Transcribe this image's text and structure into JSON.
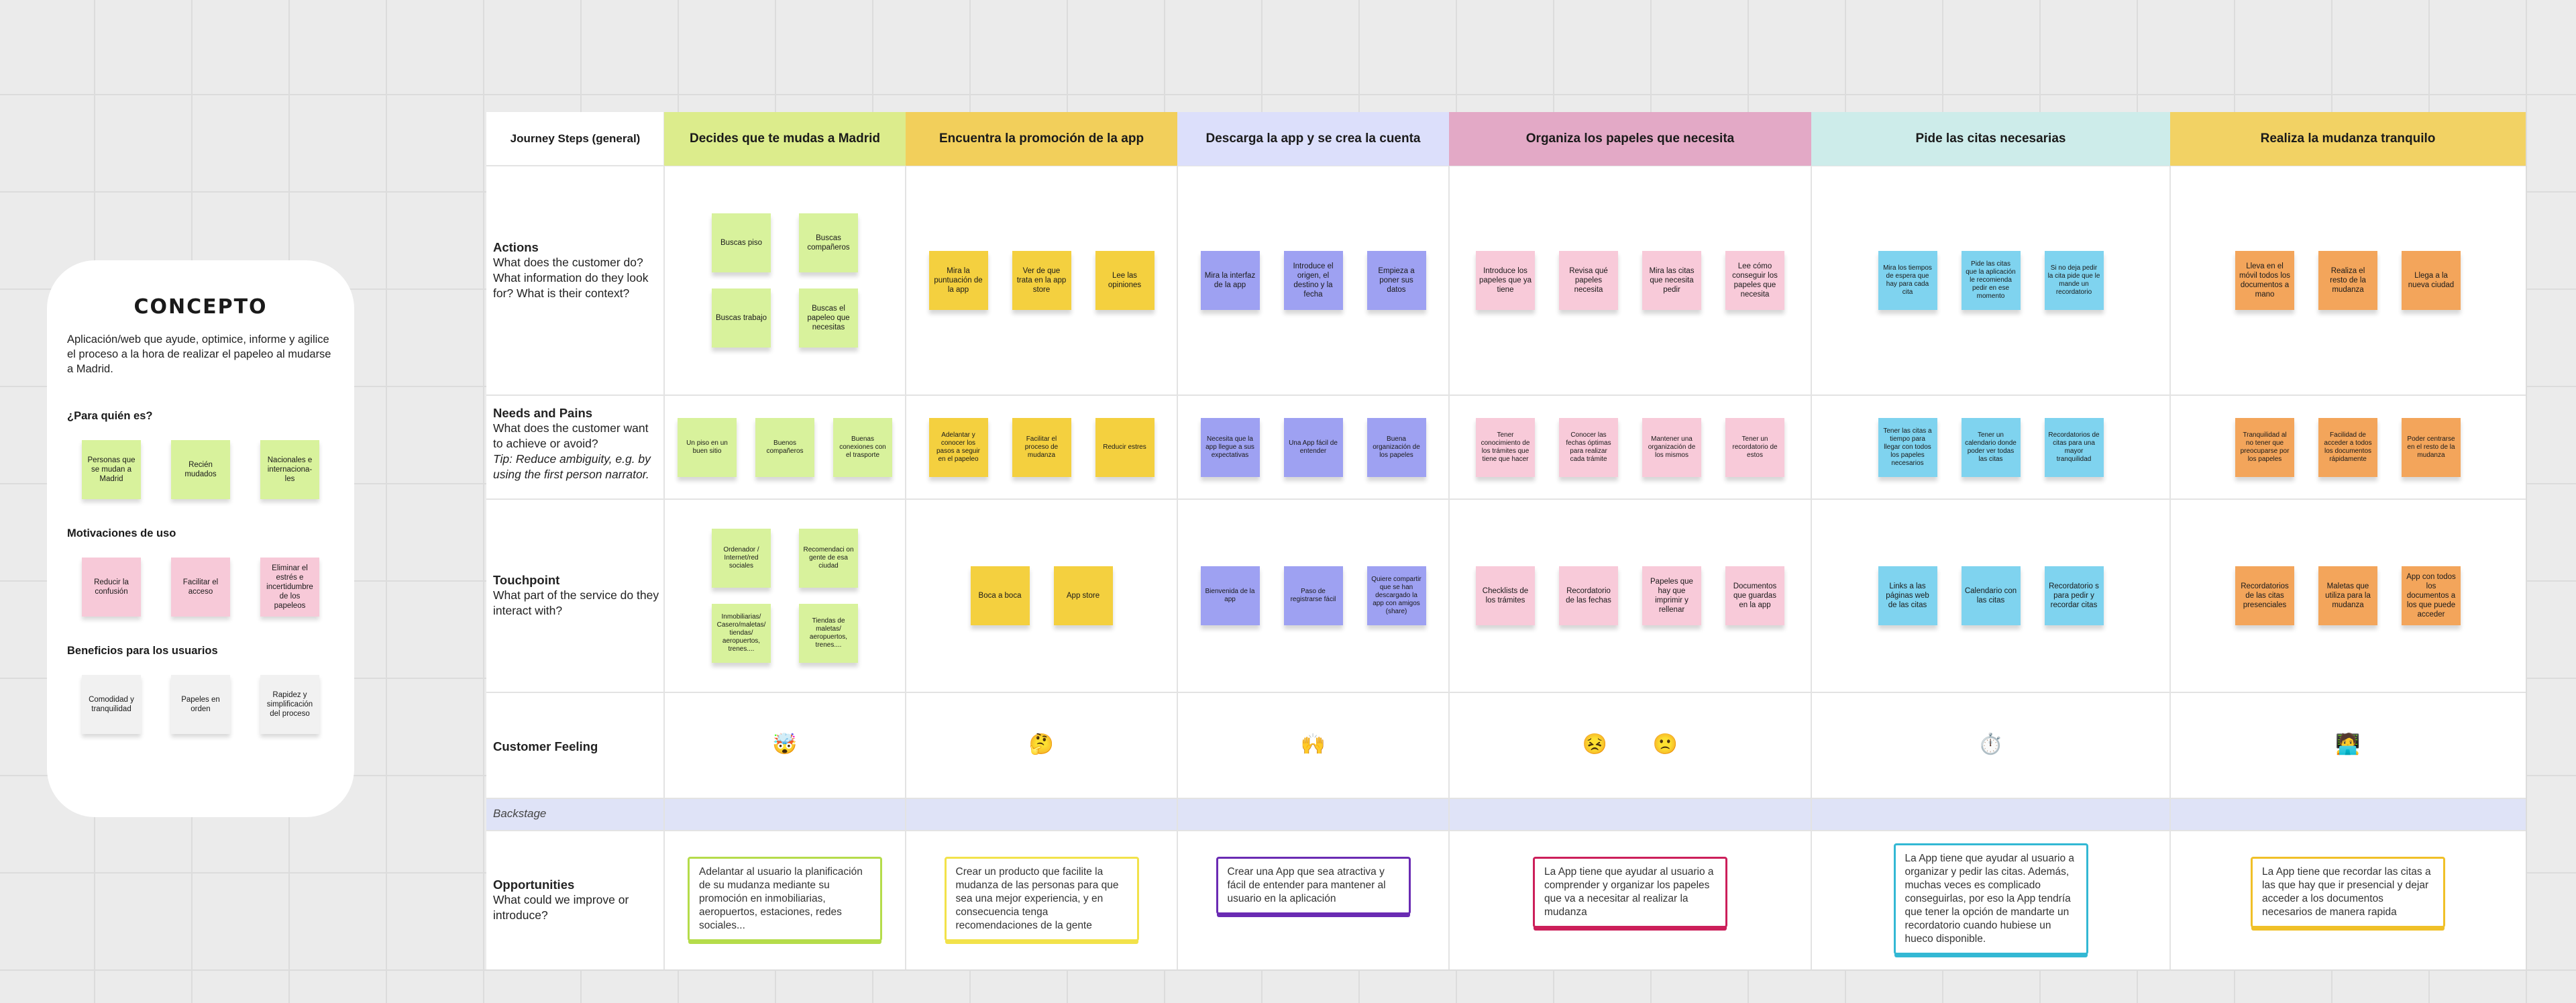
{
  "concept": {
    "title": "CONCEPTO",
    "description": "Aplicación/web que ayude, optimice, informe y agilice el proceso a la hora de realizar el papeleo al mudarse a Madrid.",
    "sections": [
      {
        "heading": "¿Para quién es?",
        "color": "#d8f29c",
        "notes": [
          "Personas que se mudan a Madrid",
          "Recién mudados",
          "Nacionales e internaciona-les"
        ]
      },
      {
        "heading": "Motivaciones de uso",
        "color": "#f7c9d8",
        "notes": [
          "Reducir la confusión",
          "Facilitar el acceso",
          "Eliminar el estrés e incertidumbre de los papeleos"
        ]
      },
      {
        "heading": "Beneficios para los usuarios",
        "color": "#f1f1f1",
        "notes": [
          "Comodidad y tranquilidad",
          "Papeles en orden",
          "Rapidez y simplificación del proceso"
        ]
      }
    ]
  },
  "board": {
    "journey_label": "Journey Steps (general)",
    "rows": {
      "actions": {
        "title": "Actions",
        "text": "What does the customer do? What information do they look for? What is their context?"
      },
      "needs": {
        "title": "Needs and Pains",
        "text": "What does the customer want to achieve or avoid?",
        "tip": "Tip: Reduce ambiguity, e.g. by using the first person narrator."
      },
      "touchpoint": {
        "title": "Touchpoint",
        "text": "What part of the service do they interact with?"
      },
      "feeling": {
        "title": "Customer Feeling"
      },
      "backstage": "Backstage",
      "opportunities": {
        "title": "Opportunities",
        "text": "What could we improve or introduce?"
      }
    },
    "stages": [
      {
        "title": "Decides que te mudas a Madrid",
        "header_color": "#dcec8c",
        "note_color": "#d8f29c",
        "actions": [
          "Buscas piso",
          "Buscas compañeros",
          "Buscas trabajo",
          "Buscas el papeleo que necesitas"
        ],
        "needs": [
          "Un piso en un buen sitio",
          "Buenos compañeros",
          "Buenas conexiones con el trasporte"
        ],
        "touchpoint": [
          "Ordenador / Internet/red sociales",
          "Recomendaci on gente de esa ciudad",
          "Inmobiliarias/ Casero/maletas/ tiendas/ aeropuertos, trenes....",
          "Tiendas de maletas/ aeropuertos, trenes...."
        ],
        "feelings": [
          "🤯"
        ],
        "feeling_names": [
          "exploding-head-icon"
        ],
        "opportunity": "Adelantar al usuario la planificación de su mudanza mediante su promoción en inmobiliarias, aeropuertos, estaciones, redes sociales...",
        "opportunity_color": "#b5dc4a"
      },
      {
        "title": "Encuentra la promoción de la app",
        "header_color": "#f2cf5b",
        "note_color": "#f4d03f",
        "actions": [
          "Mira la puntuación de la app",
          "Ver de que trata en la app store",
          "Lee las opiniones"
        ],
        "needs": [
          "Adelantar y conocer los pasos a seguir en el papeleo",
          "Facilitar el proceso de mudanza",
          "Reducir estres"
        ],
        "touchpoint": [
          "Boca a boca",
          "App store"
        ],
        "feelings": [
          "🤔"
        ],
        "feeling_names": [
          "thinking-face-icon"
        ],
        "opportunity": "Crear un producto que facilite la mudanza de las personas para que sea una mejor experiencia, y en consecuencia tenga recomendaciones de la gente",
        "opportunity_color": "#f2e24a"
      },
      {
        "title": "Descarga la app y se crea la cuenta",
        "header_color": "#dcdffb",
        "note_color": "#9ea1f2",
        "actions": [
          "Mira la interfaz de la app",
          "Introduce el origen, el destino y la fecha",
          "Empieza a poner sus datos"
        ],
        "needs": [
          "Necesita que la app llegue a sus expectativas",
          "Una App fácil de entender",
          "Buena organización de los papeles"
        ],
        "touchpoint": [
          "Bienvenida de la app",
          "Paso de registrarse fácil",
          "Quiere compartir que se han descargado la app con amigos (share)"
        ],
        "feelings": [
          "🙌"
        ],
        "feeling_names": [
          "raising-hands-icon"
        ],
        "opportunity": "Crear una App que sea atractiva y fácil de entender para mantener al usuario en la aplicación",
        "opportunity_color": "#6a2bb3"
      },
      {
        "title": "Organiza los papeles que necesita",
        "header_color": "#e3a9c6",
        "note_color": "#f8cad9",
        "actions": [
          "Introduce los papeles que ya tiene",
          "Revisa qué papeles necesita",
          "Mira las citas que necesita pedir",
          "Lee cómo conseguir los papeles que necesita"
        ],
        "needs": [
          "Tener conocimiento de los trámites que tiene que hacer",
          "Conocer las fechas óptimas para realizar cada trámite",
          "Mantener una organización de los mismos",
          "Tener un recordatorio de estos"
        ],
        "touchpoint": [
          "Checklists de los trámites",
          "Recordatorio de las fechas",
          "Papeles que hay que imprimir y rellenar",
          "Documentos que guardas en la app"
        ],
        "feelings": [
          "😣",
          "🙁"
        ],
        "feeling_names": [
          "persevering-face-icon",
          "frowning-face-icon"
        ],
        "opportunity": "La App tiene que ayudar al usuario a comprender y organizar los papeles que va a necesitar al realizar la mudanza",
        "opportunity_color": "#cc1f5a"
      },
      {
        "title": "Pide las citas necesarias",
        "header_color": "#cdecea",
        "note_color": "#7fd3ef",
        "actions": [
          "Mira los tiempos de espera que hay para cada cita",
          "Pide las citas que la aplicación le recomienda pedir en ese momento",
          "Si no deja pedir la cita pide que le mande un recordatorio"
        ],
        "needs": [
          "Tener las citas a tiempo para llegar con todos los papeles necesarios",
          "Tener un calendario donde poder ver todas las citas",
          "Recordatorios de citas para una mayor tranquilidad"
        ],
        "touchpoint": [
          "Links a las páginas web de las citas",
          "Calendario con las citas",
          "Recordatorio s para pedir y recordar citas"
        ],
        "feelings": [
          "⏱️"
        ],
        "feeling_names": [
          "stopwatch-icon"
        ],
        "opportunity": "La App tiene que ayudar al usuario a organizar y pedir las citas. Además, muchas veces es complicado conseguirlas, por eso la App tendría que tener la opción de mandarte un recordatorio cuando hubiese un hueco disponible.",
        "opportunity_color": "#33b8d4"
      },
      {
        "title": "Realiza la mudanza tranquilo",
        "header_color": "#f2d264",
        "note_color": "#f3a55b",
        "actions": [
          "Lleva en el móvil todos los documentos a mano",
          "Realiza el resto de la mudanza",
          "Llega a la nueva ciudad"
        ],
        "needs": [
          "Tranquilidad al no tener que preocuparse por los papeles",
          "Facilidad de acceder a todos los documentos rápidamente",
          "Poder centrarse en el resto de la mudanza"
        ],
        "touchpoint": [
          "Recordatorios de las citas presenciales",
          "Maletas que utiliza para la mudanza",
          "App con todos los documentos a los que puede acceder"
        ],
        "feelings": [
          "🧑‍💻"
        ],
        "feeling_names": [
          "technologist-icon"
        ],
        "opportunity": "La App tiene que recordar las citas a las que hay que ir presencial y dejar acceder a los documentos necesarios de manera rapida",
        "opportunity_color": "#f0c028"
      }
    ]
  }
}
